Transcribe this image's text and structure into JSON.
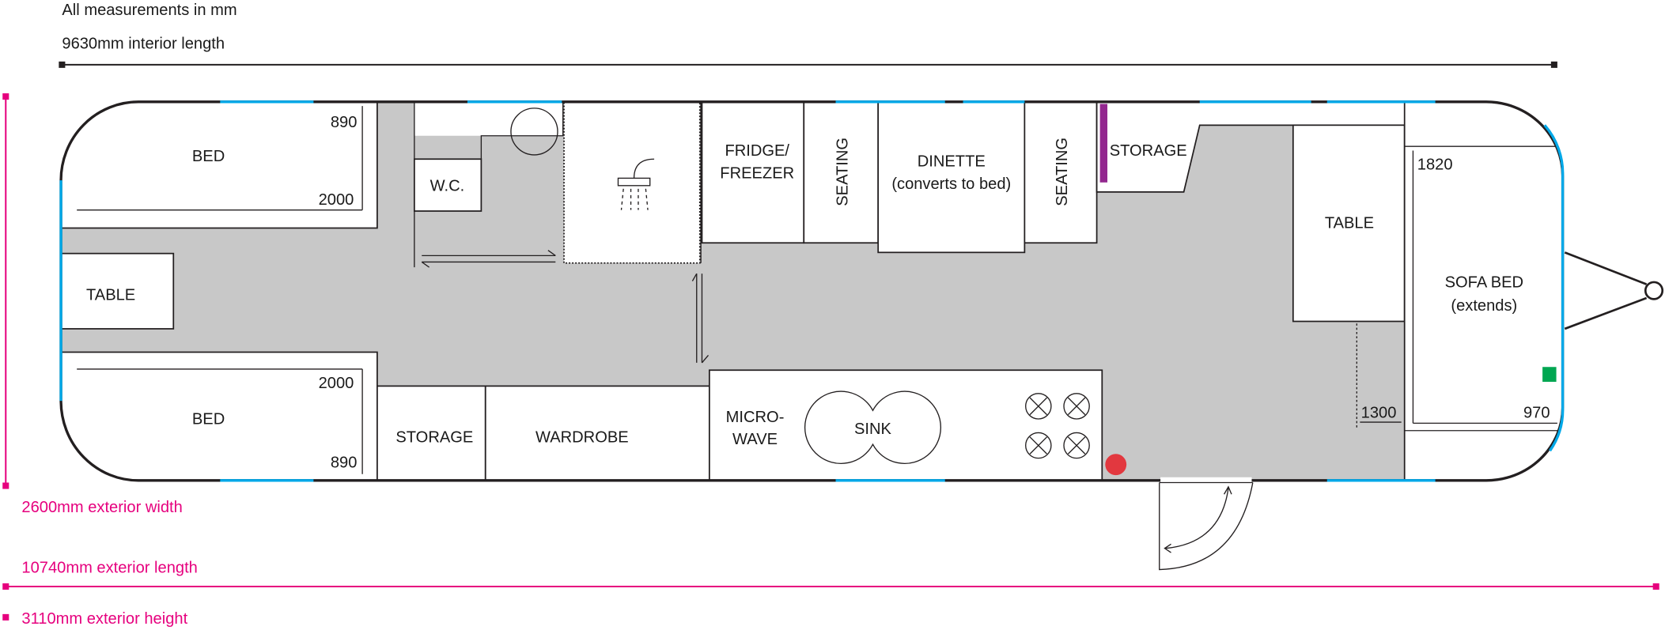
{
  "notes": {
    "measurements": "All measurements in mm",
    "interior_length": "9630mm interior length",
    "exterior_width": "2600mm exterior width",
    "exterior_length": "10740mm exterior length",
    "exterior_height": "3110mm exterior height"
  },
  "rooms": {
    "bed_top": {
      "label": "BED",
      "width": "890",
      "length": "2000"
    },
    "table_left": "TABLE",
    "bed_bottom": {
      "label": "BED",
      "width": "890",
      "length": "2000"
    },
    "wc": "W.C.",
    "fridge": [
      "FRIDGE/",
      "FREEZER"
    ],
    "seating_1": "SEATING",
    "dinette": [
      "DINETTE",
      "(converts to bed)"
    ],
    "seating_2": "SEATING",
    "storage_top": "STORAGE",
    "table_right": "TABLE",
    "sofa_bed": {
      "label": [
        "SOFA BED",
        "(extends)"
      ],
      "length": "1820",
      "width": "970",
      "extended": "1300"
    },
    "storage_bottom": "STORAGE",
    "wardrobe": "WARDROBE",
    "microwave": [
      "MICRO-",
      "WAVE"
    ],
    "sink": "SINK"
  },
  "colors": {
    "dimension": "#e6007e",
    "window": "#00a8e8",
    "floor": "#c8c8c8",
    "marker_red": "#e2383f",
    "marker_green": "#00a651",
    "marker_purple": "#93278f"
  }
}
